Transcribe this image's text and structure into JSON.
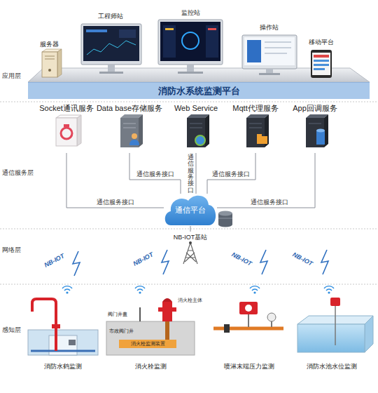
{
  "diagram": {
    "nodes": [
      {
        "text": [
          "服务器"
        ]
      },
      {
        "text": [
          "工程师站"
        ]
      },
      {
        "text": [
          "监控站"
        ]
      },
      {
        "text": [
          "操作站"
        ]
      },
      {
        "text": [
          "移动平台"
        ]
      },
      {
        "text": [
          "消防水系统监测平台"
        ]
      },
      {
        "text": [
          "Socket通讯服务"
        ]
      },
      {
        "text": [
          "Data base存储服务"
        ]
      },
      {
        "text": [
          "Web Service"
        ]
      },
      {
        "text": [
          "Mqtt代理服务"
        ]
      },
      {
        "text": [
          "App回调服务"
        ]
      },
      {
        "text": [
          "通信平台"
        ]
      },
      {
        "text": [
          "NB-IOT基站"
        ]
      },
      {
        "text": [
          "消防水鹤监测"
        ]
      },
      {
        "text": [
          "消火栓监测"
        ]
      },
      {
        "text": [
          "喷淋末端压力监测"
        ]
      },
      {
        "text": [
          "消防水池水位监测"
        ]
      }
    ],
    "edges": [
      {
        "from": 6,
        "to": 11,
        "arrow": "none",
        "label": "通信服务接口"
      },
      {
        "from": 7,
        "to": 11,
        "arrow": "none",
        "label": "通信服务接口"
      },
      {
        "from": 8,
        "to": 11,
        "arrow": "none",
        "label": "通信服务接口"
      },
      {
        "from": 9,
        "to": 11,
        "arrow": "none",
        "label": "通信服务接口"
      },
      {
        "from": 10,
        "to": 11,
        "arrow": "none",
        "label": "通信服务接口"
      },
      {
        "from": 11,
        "to": 12,
        "arrow": "none"
      }
    ],
    "labels": [
      "应用层",
      "通信服务层",
      "网络层",
      "感知层",
      "NB-IOT",
      "NB-IOT",
      "NB-IOT",
      "NB-IOT",
      "阀门井盖",
      "市政阀门井",
      "消火栓主体",
      "消火栓监测装置"
    ]
  }
}
